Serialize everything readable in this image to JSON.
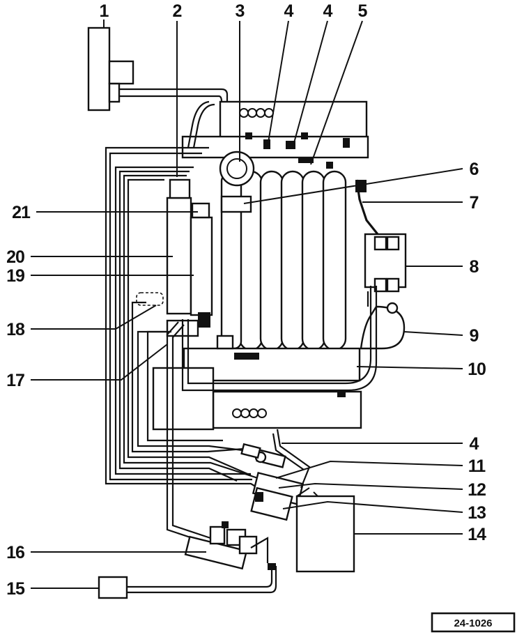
{
  "diagram": {
    "reference": "24-1026",
    "engine_logo": "oooo",
    "callouts": [
      {
        "id": "c1",
        "text": "1"
      },
      {
        "id": "c2",
        "text": "2"
      },
      {
        "id": "c3",
        "text": "3"
      },
      {
        "id": "c4a",
        "text": "4"
      },
      {
        "id": "c4b",
        "text": "4"
      },
      {
        "id": "c5",
        "text": "5"
      },
      {
        "id": "c6",
        "text": "6"
      },
      {
        "id": "c7",
        "text": "7"
      },
      {
        "id": "c8",
        "text": "8"
      },
      {
        "id": "c9",
        "text": "9"
      },
      {
        "id": "c10",
        "text": "10"
      },
      {
        "id": "c4c",
        "text": "4"
      },
      {
        "id": "c11",
        "text": "11"
      },
      {
        "id": "c12",
        "text": "12"
      },
      {
        "id": "c13",
        "text": "13"
      },
      {
        "id": "c14",
        "text": "14"
      },
      {
        "id": "c15",
        "text": "15"
      },
      {
        "id": "c16",
        "text": "16"
      },
      {
        "id": "c17",
        "text": "17"
      },
      {
        "id": "c18",
        "text": "18"
      },
      {
        "id": "c19",
        "text": "19"
      },
      {
        "id": "c20",
        "text": "20"
      },
      {
        "id": "c21",
        "text": "21"
      }
    ]
  }
}
